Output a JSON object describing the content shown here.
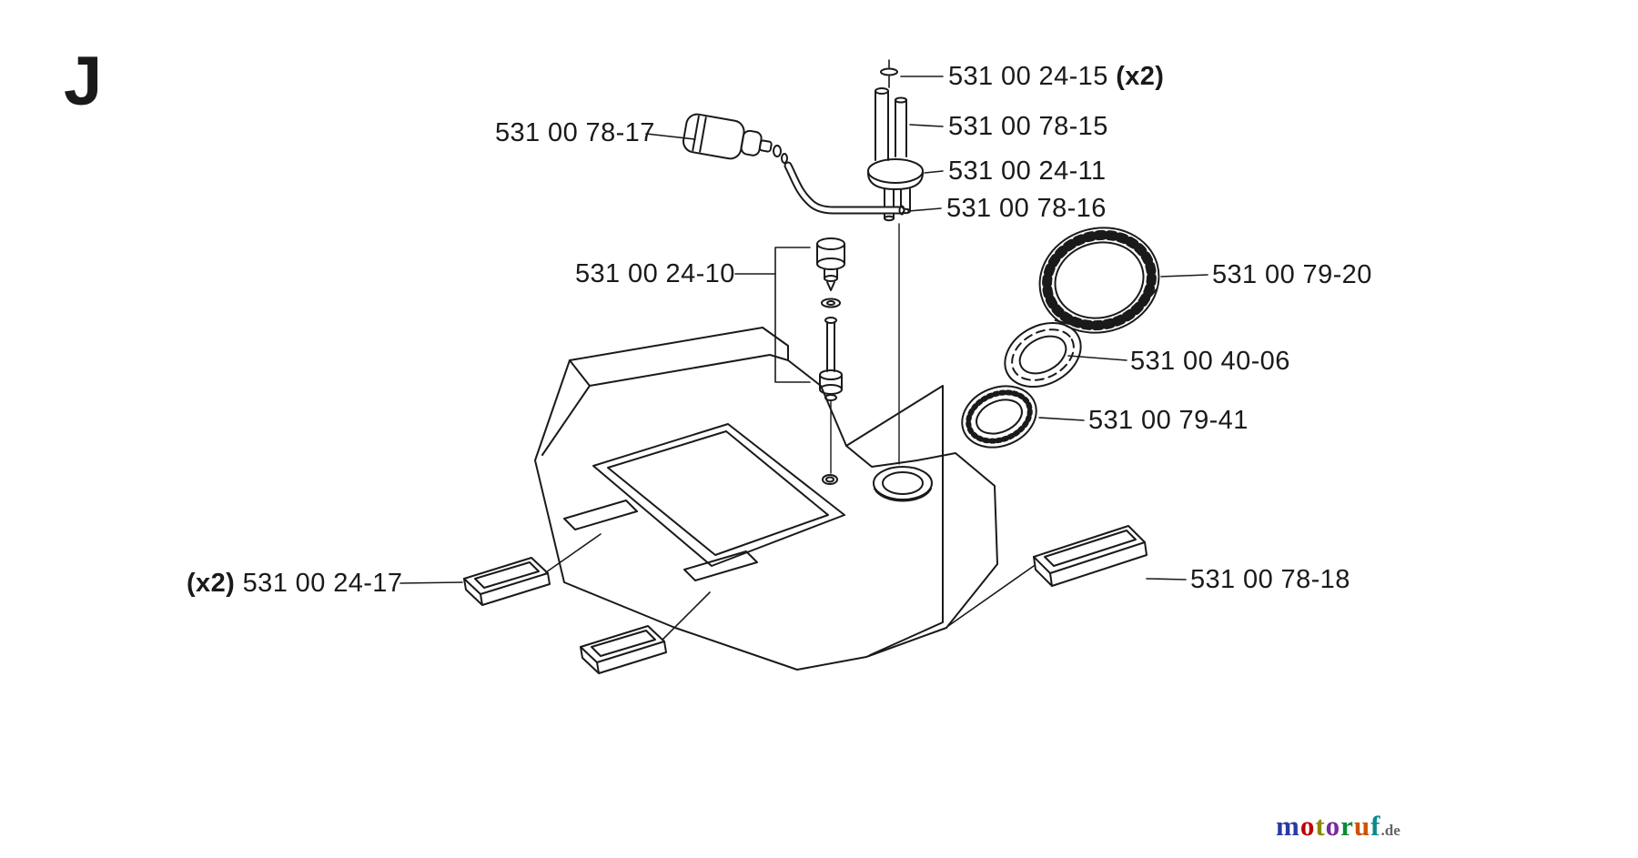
{
  "page": {
    "section_letter": "J",
    "background": "#ffffff",
    "line_color": "#1a1a1a"
  },
  "labels": [
    {
      "pre": "",
      "num": "531 00 24-15",
      "post": " (x2)"
    },
    {
      "pre": "",
      "num": "531 00 78-17",
      "post": ""
    },
    {
      "pre": "",
      "num": "531 00 78-15",
      "post": ""
    },
    {
      "pre": "",
      "num": "531 00 24-11",
      "post": ""
    },
    {
      "pre": "",
      "num": "531 00 78-16",
      "post": ""
    },
    {
      "pre": "",
      "num": "531 00 24-10",
      "post": ""
    },
    {
      "pre": "",
      "num": "531 00 79-20",
      "post": ""
    },
    {
      "pre": "",
      "num": "531 00 40-06",
      "post": ""
    },
    {
      "pre": "",
      "num": "531 00 79-41",
      "post": ""
    },
    {
      "pre": "(x2) ",
      "num": "531 00 24-17",
      "post": ""
    },
    {
      "pre": "",
      "num": "531 00 78-18",
      "post": ""
    }
  ],
  "logo": {
    "letters": [
      {
        "ch": "m",
        "style": "color:#2b3a9e"
      },
      {
        "ch": "o",
        "style": "color:#c00000"
      },
      {
        "ch": "t",
        "style": "color:#8a8a00"
      },
      {
        "ch": "o",
        "style": "color:#7a2a9a"
      },
      {
        "ch": "r",
        "style": "color:#0a8a3a"
      },
      {
        "ch": "u",
        "style": "color:#d05000"
      },
      {
        "ch": "f",
        "style": "color:#0a8a8a"
      }
    ],
    "tld": ".de",
    "tld_style": "color:#666666"
  }
}
